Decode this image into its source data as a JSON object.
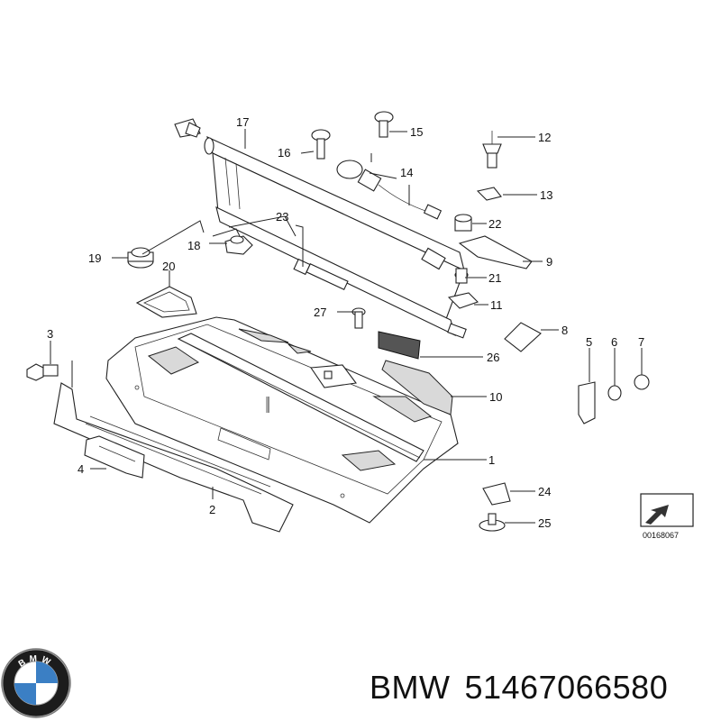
{
  "diagram": {
    "brand": "BMW",
    "part_number": "51467066580",
    "ref_code": "00168067",
    "logo_letters": "BMW",
    "callouts": [
      "1",
      "2",
      "3",
      "4",
      "5",
      "6",
      "7",
      "8",
      "9",
      "10",
      "11",
      "12",
      "13",
      "14",
      "15",
      "16",
      "17",
      "18",
      "19",
      "20",
      "21",
      "22",
      "23",
      "24",
      "25",
      "26",
      "27"
    ]
  }
}
